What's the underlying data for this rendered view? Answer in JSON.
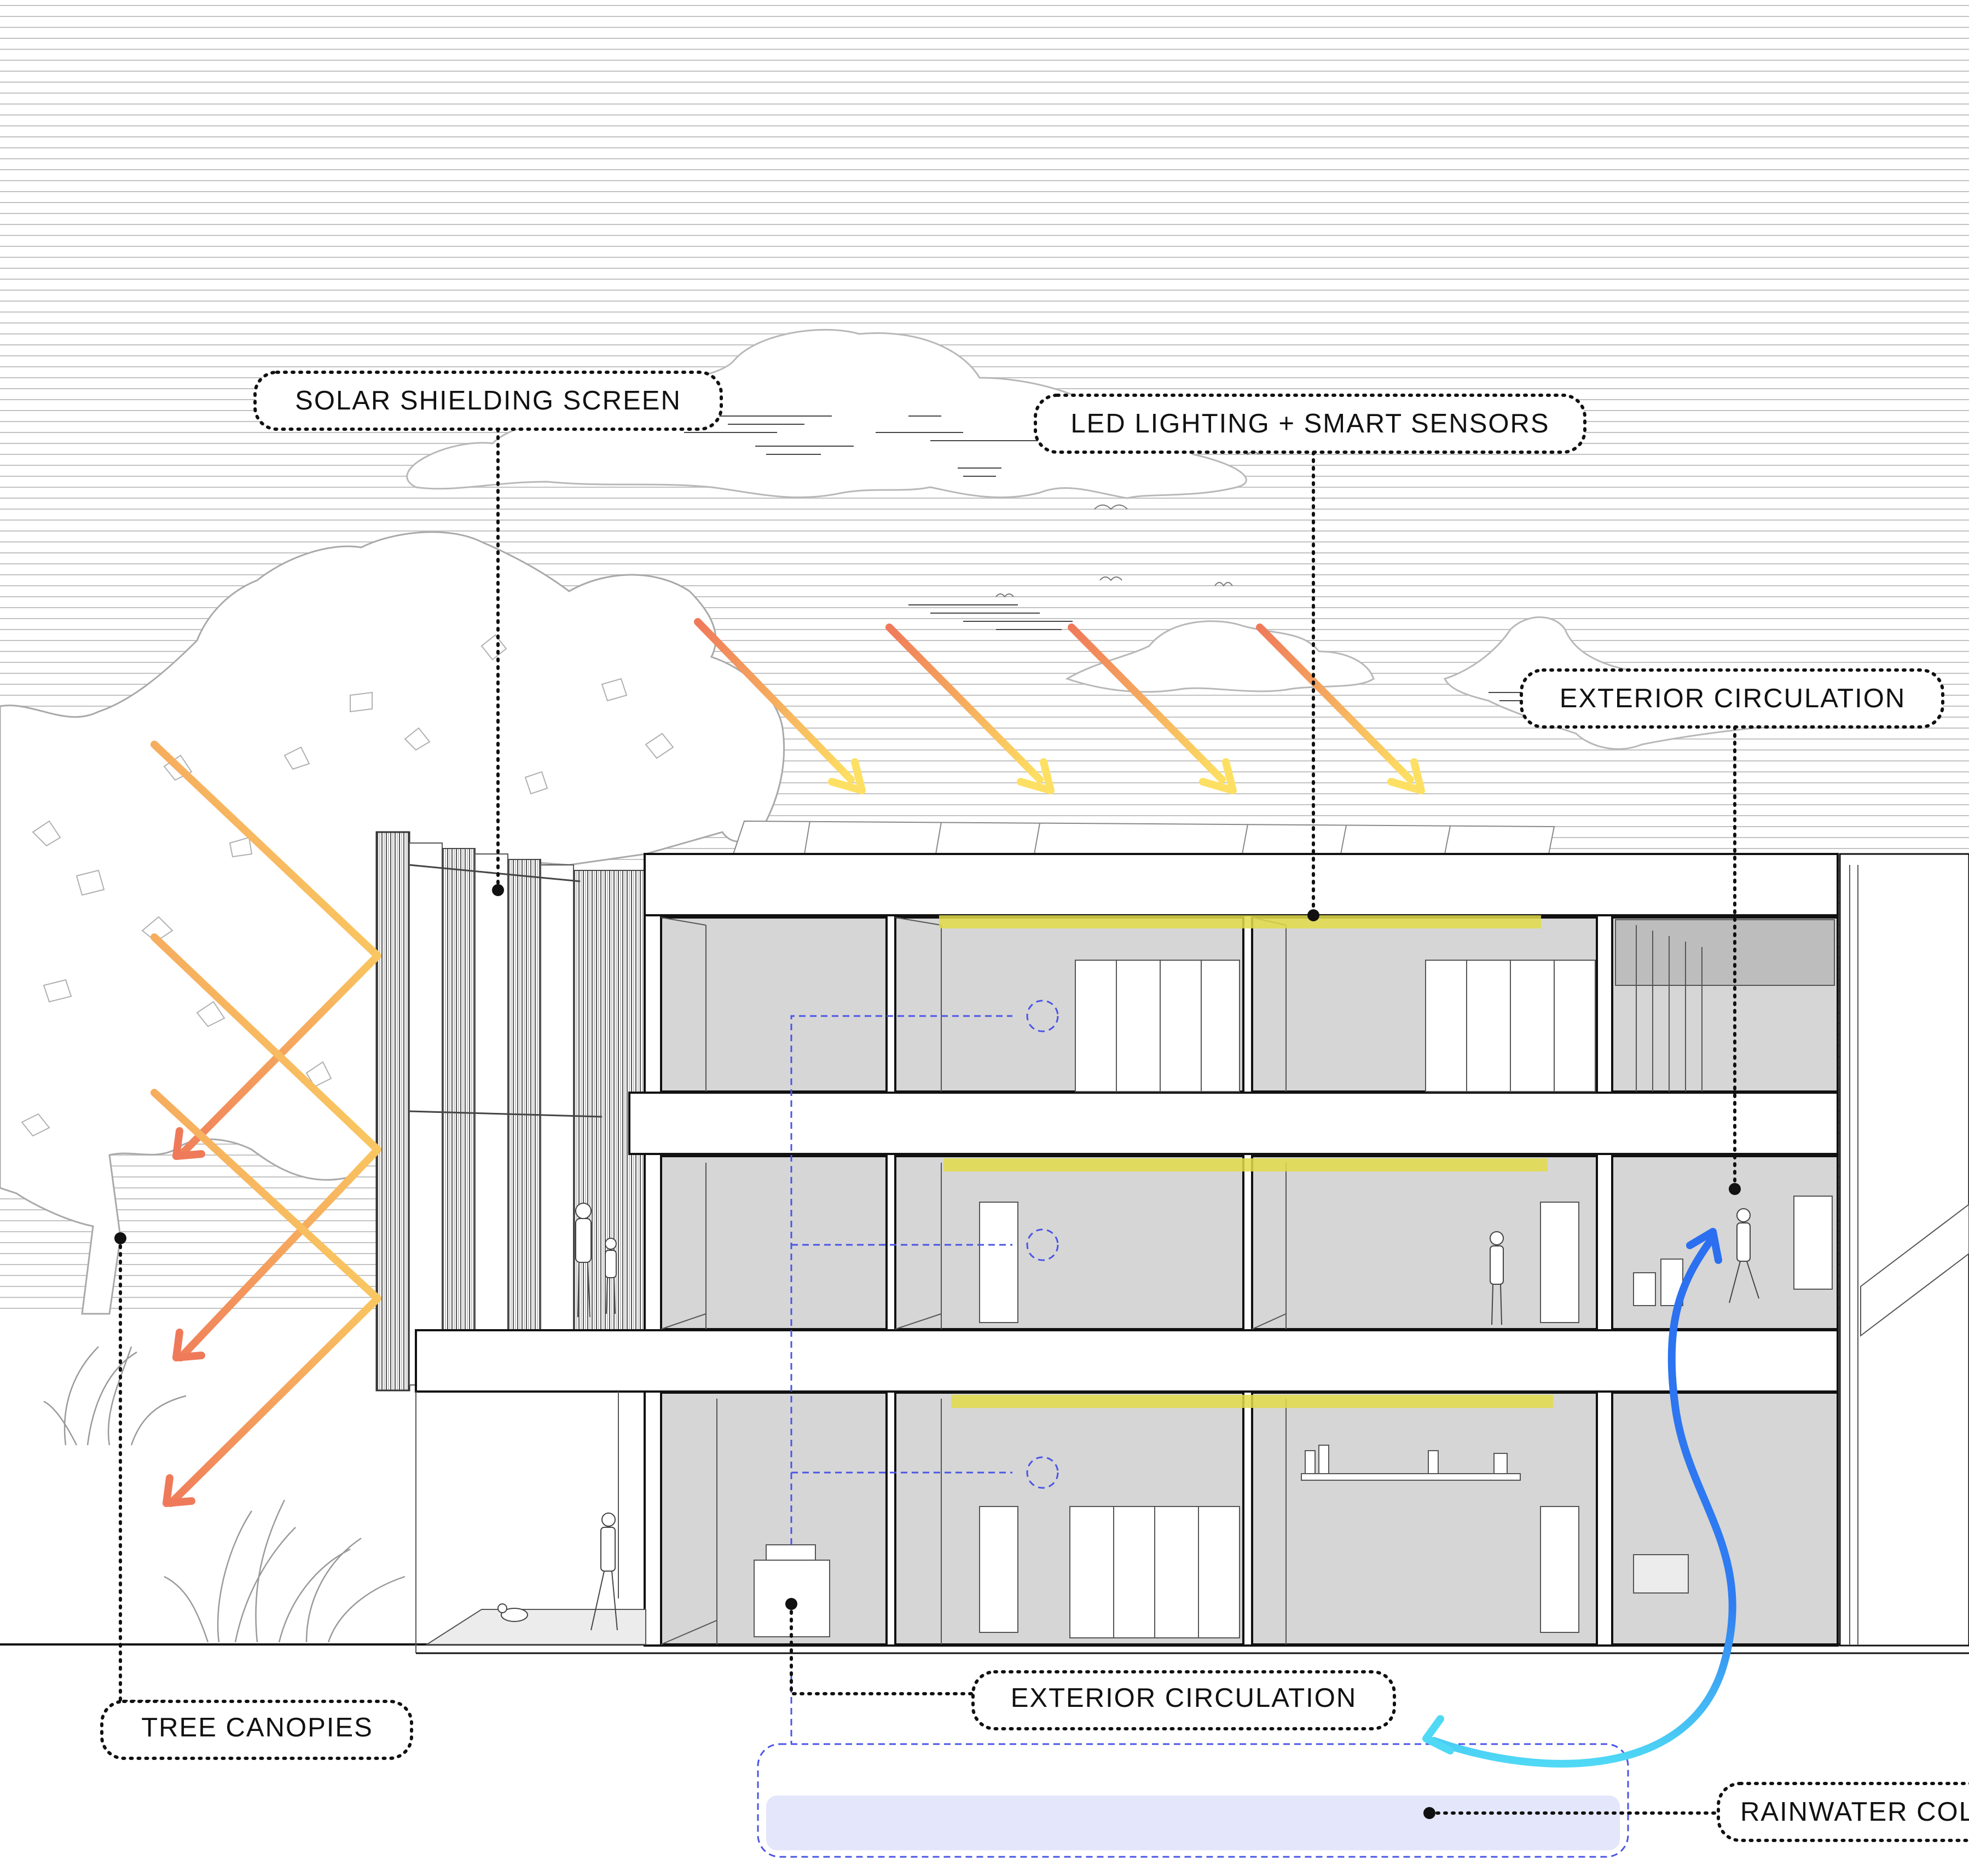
{
  "labels": {
    "solar_shielding": "SOLAR SHIELDING SCREEN",
    "led_lighting": "LED LIGHTING + SMART SENSORS",
    "exterior_circulation_top": "EXTERIOR CIRCULATION",
    "tree_canopies": "TREE CANOPIES",
    "exterior_circulation_bottom": "EXTERIOR CIRCULATION",
    "rainwater": "RAINWATER COLLECTION"
  },
  "colors": {
    "sun_ray_start": "#ef7a5a",
    "sun_ray_end": "#fde063",
    "led_strip": "#e2dc4a",
    "rain_arrow_start": "#2b6ff0",
    "rain_arrow_end": "#4fd9f5",
    "tank_fill": "#e4e6fb",
    "service_line": "#4a55e6",
    "room_fill": "#d6d6d6",
    "sky_lines": "#bcbcbc"
  }
}
